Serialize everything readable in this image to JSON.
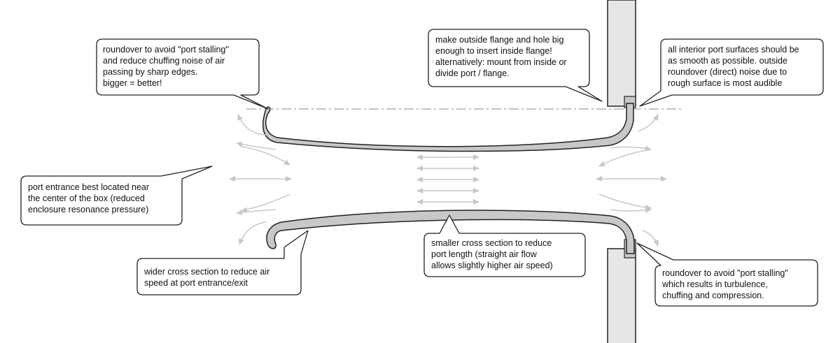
{
  "callouts": {
    "roundover_top": "roundover to avoid \"port stalling\"\nand reduce chuffing noise of air\npassing by sharp edges.\nbigger = better!",
    "outside_flange": "make outside flange and hole big\nenough to insert inside flange!\nalternatively: mount from inside or\ndivide port / flange.",
    "interior_surfaces": "all interior port surfaces should be\nas smooth as possible. outside\nroundover (direct) noise due to\nrough surface is most audible",
    "port_entrance": "port entrance best located near\nthe center of the box (reduced\nenclosure resonance pressure)",
    "wider_cross": "wider cross section to reduce air\nspeed at port entrance/exit",
    "smaller_cross": "smaller cross section to reduce\nport length (straight air flow\nallows slightly higher air speed)",
    "roundover_bottom": "roundover to avoid \"port stalling\"\nwhich results in turbulence,\nchuffing and compression."
  },
  "colors": {
    "port_fill": "#c8c8c8",
    "stroke": "#222222",
    "arrow": "#c8c8c8",
    "centerline": "#888888",
    "callout_bg": "#ffffff"
  }
}
